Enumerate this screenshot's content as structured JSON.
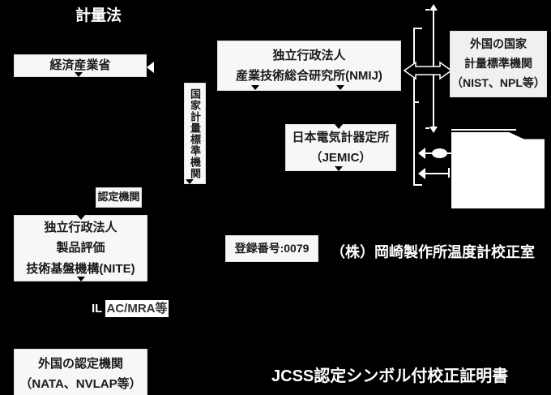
{
  "title": "計量法",
  "boxes": {
    "meti": {
      "label": "経済産業省"
    },
    "nmi_vertical": {
      "label": "国家計量標準機関"
    },
    "nmij": {
      "line1": "独立行政法人",
      "line2": "産業技術総合研究所(NMIJ)"
    },
    "foreign_nmi": {
      "line1": "外国の国家",
      "line2": "計量標準機関",
      "line3": "（NIST、NPL等）"
    },
    "jemic": {
      "line1": "日本電気計器定所",
      "line2": "（JEMIC）"
    },
    "accreditation": {
      "label": "認定機関"
    },
    "nite": {
      "line1": "独立行政法人",
      "line2": "製品評価",
      "line3": "技術基盤機構(NITE)"
    },
    "ilac": {
      "prefix": "IL",
      "boxed": "AC/MRA等"
    },
    "foreign_accreditation": {
      "line1": "外国の認定機関",
      "line2": "（NATA、NVLAP等）"
    },
    "registration": {
      "label": "登録番号:0079"
    }
  },
  "labels": {
    "company": "（株）岡崎製作所温度計校正室",
    "certificate": "JCSS認定シンボル付校正証明書"
  },
  "colors": {
    "background": "#000000",
    "box_fill": "#f7f7f7",
    "box_text": "#1a1a1a",
    "white": "#ffffff",
    "ilac_boxed_text": "#333333"
  }
}
